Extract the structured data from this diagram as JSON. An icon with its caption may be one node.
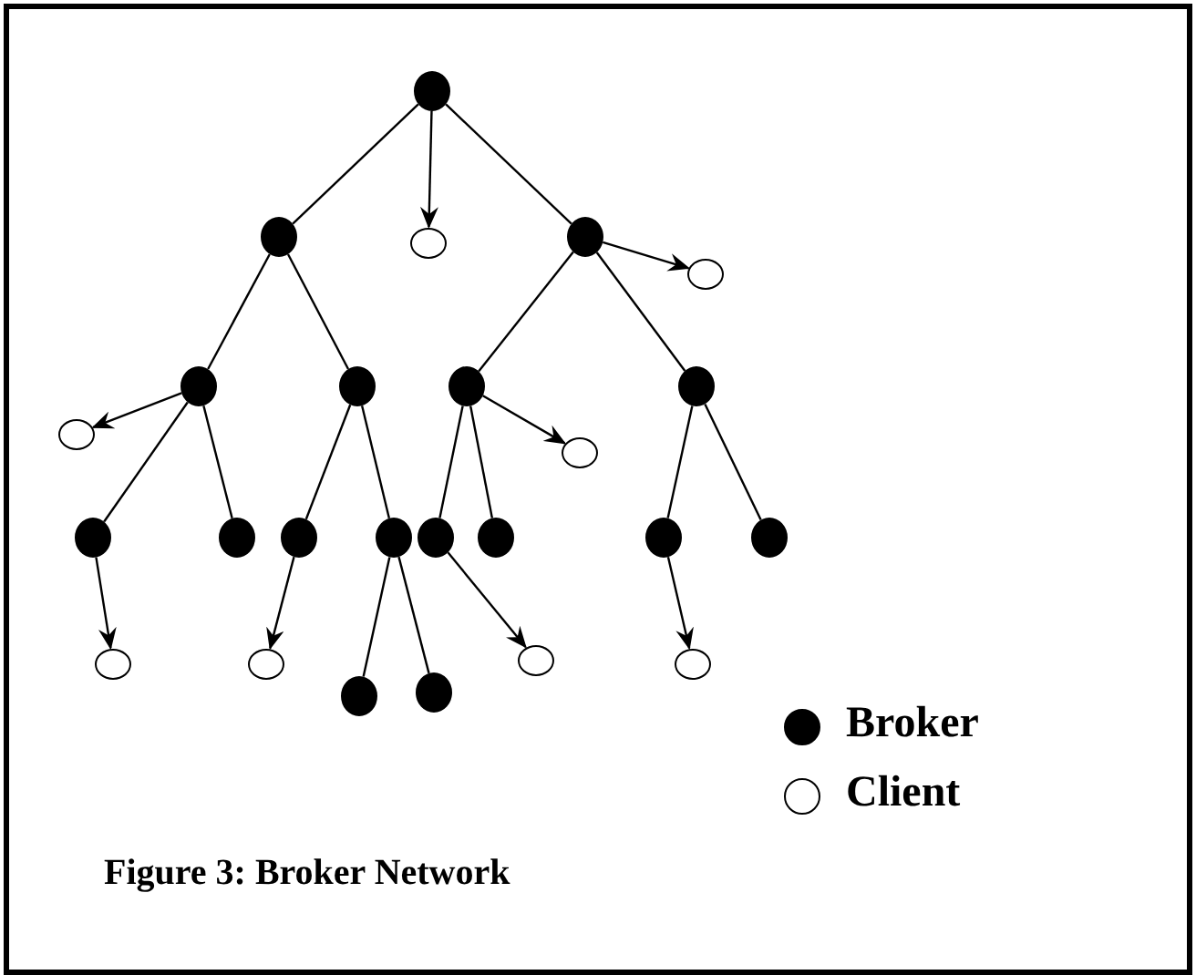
{
  "diagram": {
    "caption": "Figure 3: Broker Network",
    "nodes": [
      {
        "text": [],
        "shape": "dot"
      },
      {
        "text": [],
        "shape": "dot"
      },
      {
        "text": [],
        "shape": "circle"
      },
      {
        "text": [],
        "shape": "dot"
      },
      {
        "text": [],
        "shape": "circle"
      },
      {
        "text": [],
        "shape": "dot"
      },
      {
        "text": [],
        "shape": "dot"
      },
      {
        "text": [],
        "shape": "dot"
      },
      {
        "text": [],
        "shape": "dot"
      },
      {
        "text": [],
        "shape": "circle"
      },
      {
        "text": [],
        "shape": "circle"
      },
      {
        "text": [],
        "shape": "dot"
      },
      {
        "text": [],
        "shape": "dot"
      },
      {
        "text": [],
        "shape": "dot"
      },
      {
        "text": [],
        "shape": "dot"
      },
      {
        "text": [],
        "shape": "dot"
      },
      {
        "text": [],
        "shape": "dot"
      },
      {
        "text": [],
        "shape": "dot"
      },
      {
        "text": [],
        "shape": "dot"
      },
      {
        "text": [],
        "shape": "circle"
      },
      {
        "text": [],
        "shape": "circle"
      },
      {
        "text": [],
        "shape": "circle"
      },
      {
        "text": [],
        "shape": "circle"
      },
      {
        "text": [],
        "shape": "dot"
      },
      {
        "text": [],
        "shape": "dot"
      }
    ],
    "edges": [
      {
        "from": 0,
        "to": 1,
        "arrow": "none"
      },
      {
        "from": 0,
        "to": 2,
        "arrow": "to"
      },
      {
        "from": 0,
        "to": 3,
        "arrow": "none"
      },
      {
        "from": 1,
        "to": 5,
        "arrow": "none"
      },
      {
        "from": 1,
        "to": 6,
        "arrow": "none"
      },
      {
        "from": 3,
        "to": 4,
        "arrow": "to"
      },
      {
        "from": 3,
        "to": 7,
        "arrow": "none"
      },
      {
        "from": 3,
        "to": 8,
        "arrow": "none"
      },
      {
        "from": 5,
        "to": 9,
        "arrow": "to"
      },
      {
        "from": 5,
        "to": 11,
        "arrow": "none"
      },
      {
        "from": 5,
        "to": 12,
        "arrow": "none"
      },
      {
        "from": 6,
        "to": 13,
        "arrow": "none"
      },
      {
        "from": 6,
        "to": 14,
        "arrow": "none"
      },
      {
        "from": 7,
        "to": 10,
        "arrow": "to"
      },
      {
        "from": 7,
        "to": 15,
        "arrow": "none"
      },
      {
        "from": 7,
        "to": 16,
        "arrow": "none"
      },
      {
        "from": 8,
        "to": 17,
        "arrow": "none"
      },
      {
        "from": 8,
        "to": 18,
        "arrow": "none"
      },
      {
        "from": 11,
        "to": 19,
        "arrow": "to"
      },
      {
        "from": 13,
        "to": 20,
        "arrow": "to"
      },
      {
        "from": 14,
        "to": 23,
        "arrow": "none"
      },
      {
        "from": 14,
        "to": 24,
        "arrow": "none"
      },
      {
        "from": 15,
        "to": 21,
        "arrow": "to"
      },
      {
        "from": 17,
        "to": 22,
        "arrow": "to"
      }
    ],
    "legend": [
      {
        "text": "Broker",
        "color": "#000000"
      },
      {
        "text": "Client",
        "color": "#ffffff"
      }
    ]
  }
}
